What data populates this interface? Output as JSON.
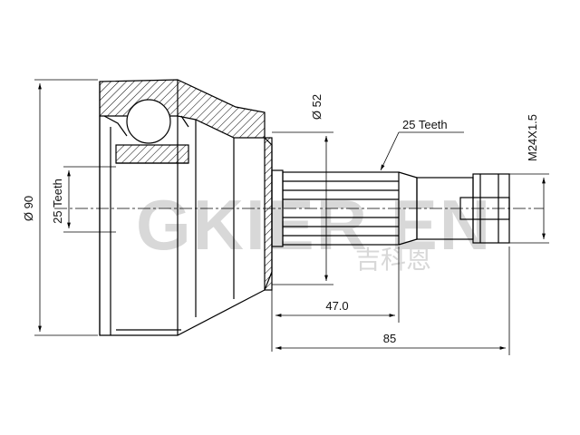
{
  "drawing": {
    "dimensions": {
      "outer_diameter": "Ø 90",
      "outer_teeth": "25 Teeth",
      "seal_diameter": "Ø 52",
      "spline_teeth": "25 Teeth",
      "thread": "M24X1.5",
      "spline_length": "47.0",
      "stub_length": "85"
    },
    "watermark": {
      "brand": "GKIER EN",
      "cjk": "吉科恩"
    }
  }
}
